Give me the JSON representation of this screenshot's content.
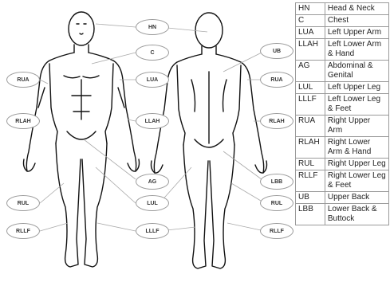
{
  "body_labels": [
    "HN",
    "C",
    "LUA",
    "LLAH",
    "AG",
    "LUL",
    "LLLF",
    "RUA",
    "RLAH",
    "RUL",
    "RLLF",
    "UB",
    "LBB"
  ],
  "legend": [
    {
      "code": "HN",
      "description": "Head & Neck"
    },
    {
      "code": "C",
      "description": "Chest"
    },
    {
      "code": "LUA",
      "description": "Left Upper Arm"
    },
    {
      "code": "LLAH",
      "description": "Left Lower Arm & Hand"
    },
    {
      "code": "AG",
      "description": "Abdominal & Genital"
    },
    {
      "code": "LUL",
      "description": "Left Upper Leg"
    },
    {
      "code": "LLLF",
      "description": "Left Lower Leg & Feet"
    },
    {
      "code": "RUA",
      "description": "Right Upper Arm"
    },
    {
      "code": "RLAH",
      "description": "Right Lower Arm & Hand"
    },
    {
      "code": "RUL",
      "description": "Right Upper Leg"
    },
    {
      "code": "RLLF",
      "description": "Right Lower Leg & Feet"
    },
    {
      "code": "UB",
      "description": "Upper Back"
    },
    {
      "code": "LBB",
      "description": "Lower Back & Buttock"
    }
  ]
}
